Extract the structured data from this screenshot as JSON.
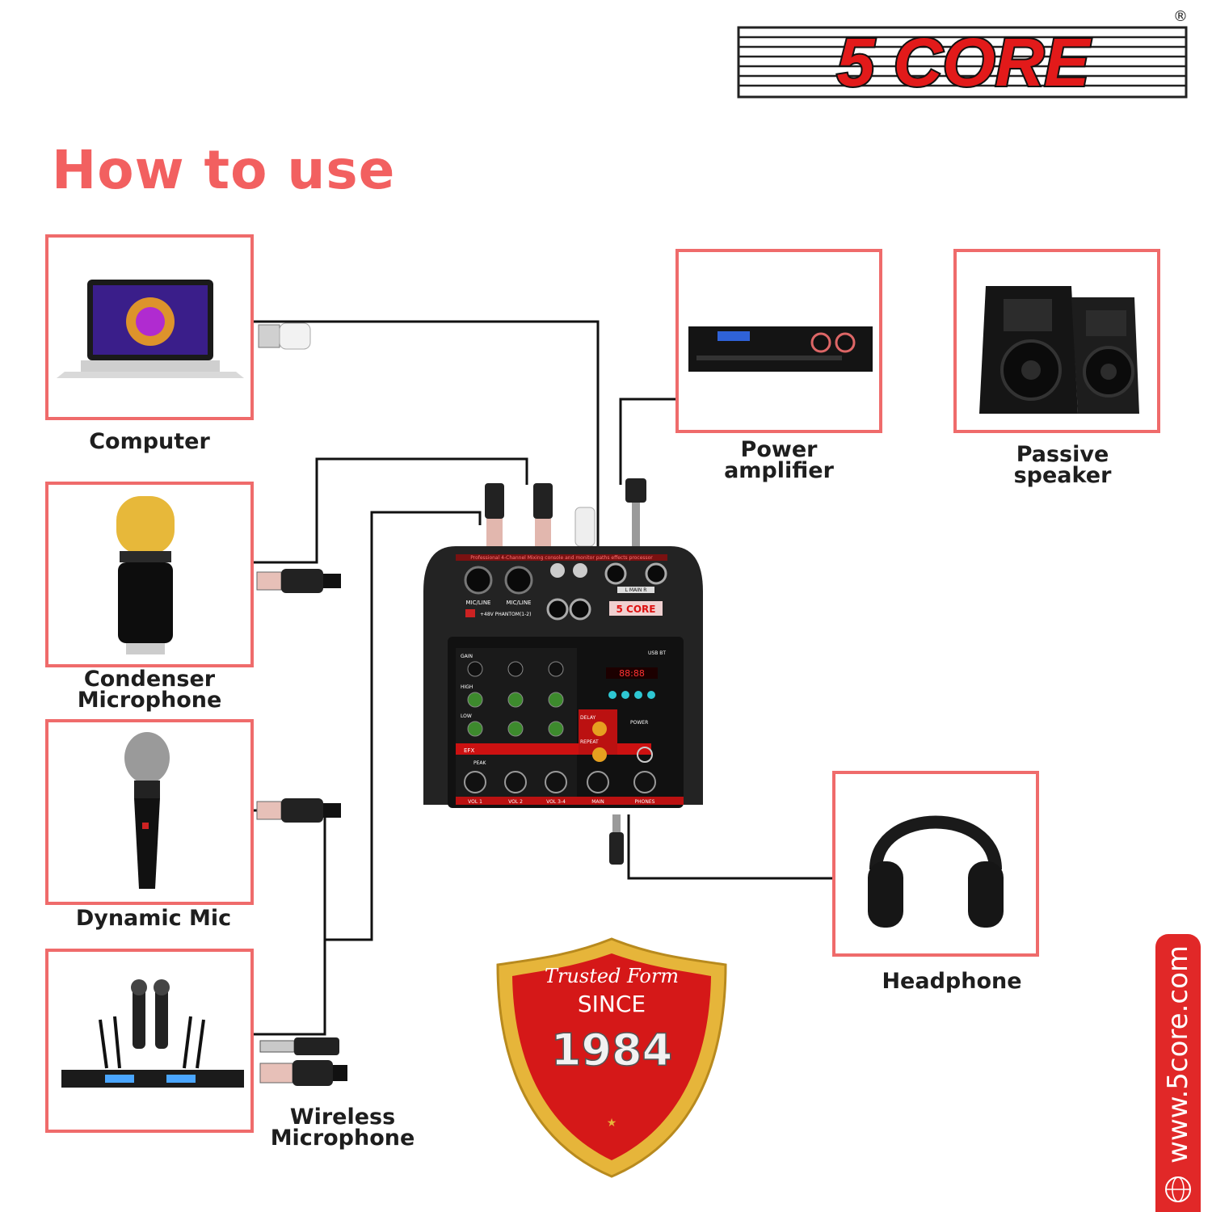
{
  "brand": {
    "logo_text": "5 CORE",
    "registered": "®"
  },
  "title": "How to use",
  "devices": {
    "computer": "Computer",
    "condenser": "Condenser\nMicrophone",
    "dynamic": "Dynamic Mic",
    "wireless": "Wireless\nMicrophone",
    "amplifier": "Power\namplifier",
    "speaker": "Passive\nspeaker",
    "headphone": "Headphone"
  },
  "mixer": {
    "header": "Professional 4-Channel Mixing console and monitor paths effects processor",
    "logo": "5 CORE",
    "ch_labels": [
      "MIC/LINE",
      "MIC/LINE"
    ],
    "phantom": "+48V PHANTOM(1-2)",
    "knob_rows": [
      "GAIN",
      "HIGH",
      "LOW"
    ],
    "efx": "EFX",
    "peak": "PEAK",
    "vol_labels": [
      "VOL 1",
      "VOL 2",
      "VOL 3-4",
      "MAIN",
      "PHONES"
    ],
    "display": "88:88",
    "usb": "USB BT",
    "delay": "DELAY",
    "repeat": "REPEAT",
    "power": "POWER",
    "main_lr": "L MAIN R"
  },
  "badge": {
    "line1": "Trusted Form",
    "line2": "SINCE",
    "year": "1984",
    "star": "★"
  },
  "website": "www.5core.com",
  "colors": {
    "accent": "#ef6b6b",
    "title": "#f26060",
    "brand_red": "#e12828",
    "gold": "#e6b53a"
  }
}
